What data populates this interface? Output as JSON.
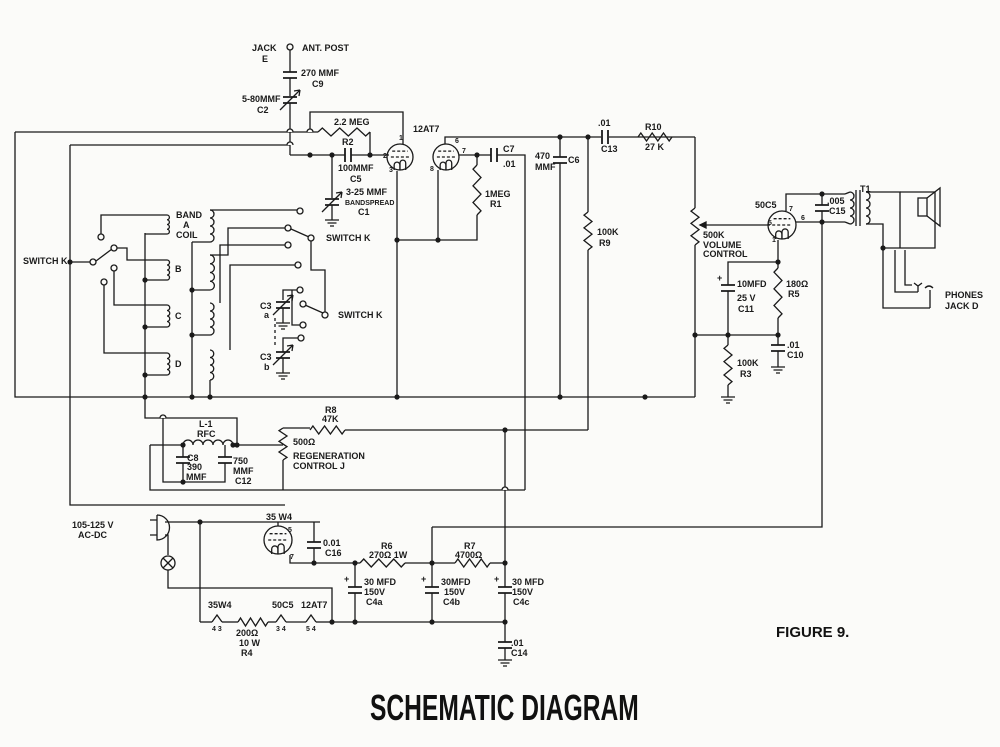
{
  "title": "SCHEMATIC DIAGRAM",
  "figure": "FIGURE 9.",
  "colors": {
    "ink": "#1a1a1a",
    "paper": "#fbfbf9"
  },
  "labels": {
    "jack": "JACK",
    "jack_e": "E",
    "ant_post": "ANT. POST",
    "c9_value": "270 MMF",
    "c9": "C9",
    "c2_value": "5-80MMF",
    "c2": "C2",
    "r2_value": "2.2 MEG",
    "r2": "R2",
    "c5_value": "100MMF",
    "c5": "C5",
    "c1_value": "3-25 MMF",
    "c1_note": "BANDSPREAD",
    "c1": "C1",
    "tube_12at7": "12AT7",
    "pin_1": "1",
    "pin_2": "2",
    "pin_3": "3",
    "pin_6": "6",
    "pin_7": "7",
    "pin_8": "8",
    "c7": "C7",
    "c7_value": ".01",
    "r1_value": "1MEG",
    "r1": "R1",
    "c6_value": "470",
    "c6_unit": "MMF",
    "c6": "C6",
    "c13_value": ".01",
    "c13": "C13",
    "r10": "R10",
    "r10_value": "27 K",
    "r9_value": "100K",
    "r9": "R9",
    "vol_value": "500K",
    "vol_1": "VOLUME",
    "vol_2": "CONTROL",
    "tube_50c5": "50C5",
    "p5": "5",
    "p7": "7",
    "p6": "6",
    "p1": "1",
    "c15_value": ".005",
    "c15": "C15",
    "t1": "T1",
    "phones": "PHONES",
    "phones_jack": "JACK D",
    "c11_value": "10MFD",
    "c11_v": "25 V",
    "c11": "C11",
    "r5_value": "180Ω",
    "r5": "R5",
    "c10_value": ".01",
    "c10": "C10",
    "r3_value": "100K",
    "r3": "R3",
    "band": "BAND",
    "band_a": "A",
    "coil": "COIL",
    "coil_b": "B",
    "coil_c": "C",
    "coil_d": "D",
    "switch_k_left": "SWITCH K",
    "switch_k_mid": "SWITCH K",
    "switch_k_low": "SWITCH K",
    "c3a": "C3",
    "c3a_sub": "a",
    "c3b": "C3",
    "c3b_sub": "b",
    "l1": "L-1",
    "rfc": "RFC",
    "c8": "C8",
    "c8_value": "390",
    "c8_unit": "MMF",
    "c12_value": "750",
    "c12_unit": "MMF",
    "c12": "C12",
    "r8": "R8",
    "r8_value": "47K",
    "regen_value": "500Ω",
    "regen_1": "REGENERATION",
    "regen_2": "CONTROL     J",
    "mains_1": "105-125 V",
    "mains_2": "AC-DC",
    "tube_35w4": "35 W4",
    "rect_p5": "5",
    "rect_p7": "7",
    "c16_value": "0.01",
    "c16": "C16",
    "r6": "R6",
    "r6_value": "270Ω 1W",
    "r7": "R7",
    "r7_value": "4700Ω",
    "c4a_value": "30 MFD",
    "c4a_v": "150V",
    "c4a": "C4a",
    "c4b_value": "30MFD",
    "c4b_v": "150V",
    "c4b": "C4b",
    "c4c_value": "30 MFD",
    "c4c_v": "150V",
    "c4c": "C4c",
    "c14_value": ".01",
    "c14": "C14",
    "h_35w4": "35W4",
    "h_35w4_pins": "4  3",
    "h_50c5": "50C5",
    "h_50c5_pins": "3  4",
    "h_12at7": "12AT7",
    "h_12at7_pins": "5  4",
    "r4_value": "200Ω",
    "r4_w": "10 W",
    "r4": "R4"
  }
}
